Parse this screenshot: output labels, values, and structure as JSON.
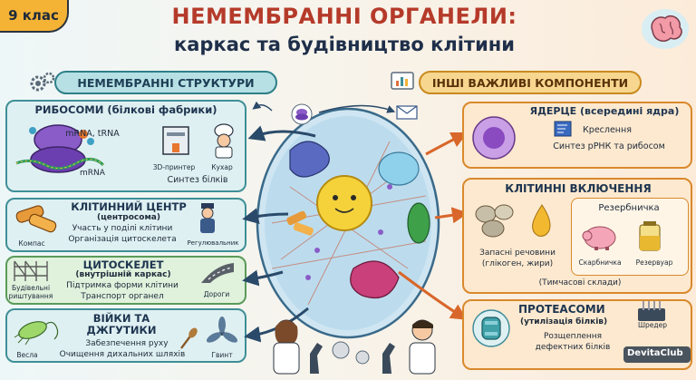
{
  "grade": "9 клас",
  "title": {
    "line1": "НЕМЕМБРАННІ ОРГАНЕЛИ:",
    "line2": "каркас та будівництво клітини"
  },
  "left_section": "НЕМЕМБРАННІ СТРУКТУРИ",
  "right_section": "ІНШІ ВАЖЛИВІ КОМПОНЕНТИ",
  "ribosomes": {
    "title": "РИБОСОМИ (білкові фабрики)",
    "mrna_trna": "mRNA, tRNA",
    "mrna": "mRNA",
    "printer": "3D-принтер",
    "cook": "Кухар",
    "function": "Синтез білків"
  },
  "centrosome": {
    "title": "КЛІТИННИЙ ЦЕНТР",
    "subtitle": "(центросома)",
    "line1": "Участь у поділі клітини",
    "line2": "Організація цитоскелета",
    "left_label": "Компас",
    "right_label": "Регулювальник"
  },
  "cytoskeleton": {
    "title": "ЦИТОСКЕЛЕТ",
    "subtitle": "(внутрішній каркас)",
    "line1": "Підтримка форми клітини",
    "line2": "Транспорт органел",
    "left_label": "Будівельні риштування",
    "right_label": "Дороги"
  },
  "cilia": {
    "title1": "ВІЙКИ ТА",
    "title2": "ДЖГУТИКИ",
    "line1": "Забезпечення руху",
    "line2": "Очищення дихальних шляхів",
    "left_label": "Весла",
    "right_label": "Гвинт"
  },
  "nucleolus": {
    "title": "ЯДЕРЦЕ (всередині ядра)",
    "blueprint": "Креслення",
    "function": "Синтез рРНК та рибосом"
  },
  "inclusions": {
    "title": "КЛІТИННІ ВКЛЮЧЕННЯ",
    "reserve_title": "Резербничка",
    "stores": "Запасні речовини",
    "stores2": "(глікоген, жири)",
    "piggy": "Скарбничка",
    "tank": "Резервуар",
    "footer": "(Тимчасові склади)"
  },
  "proteasomes": {
    "title": "ПРОТЕАСОМИ",
    "subtitle": "(утилізація білків)",
    "line1": "Розщеплення",
    "line2": "дефектних білків",
    "shredder": "Шредер",
    "watermark": "DevitaClub"
  },
  "colors": {
    "title_red": "#b53a2a",
    "navy": "#1f2f4a",
    "teal": "#3f8f97",
    "orange": "#d9892c",
    "grade": "#f5b335"
  }
}
